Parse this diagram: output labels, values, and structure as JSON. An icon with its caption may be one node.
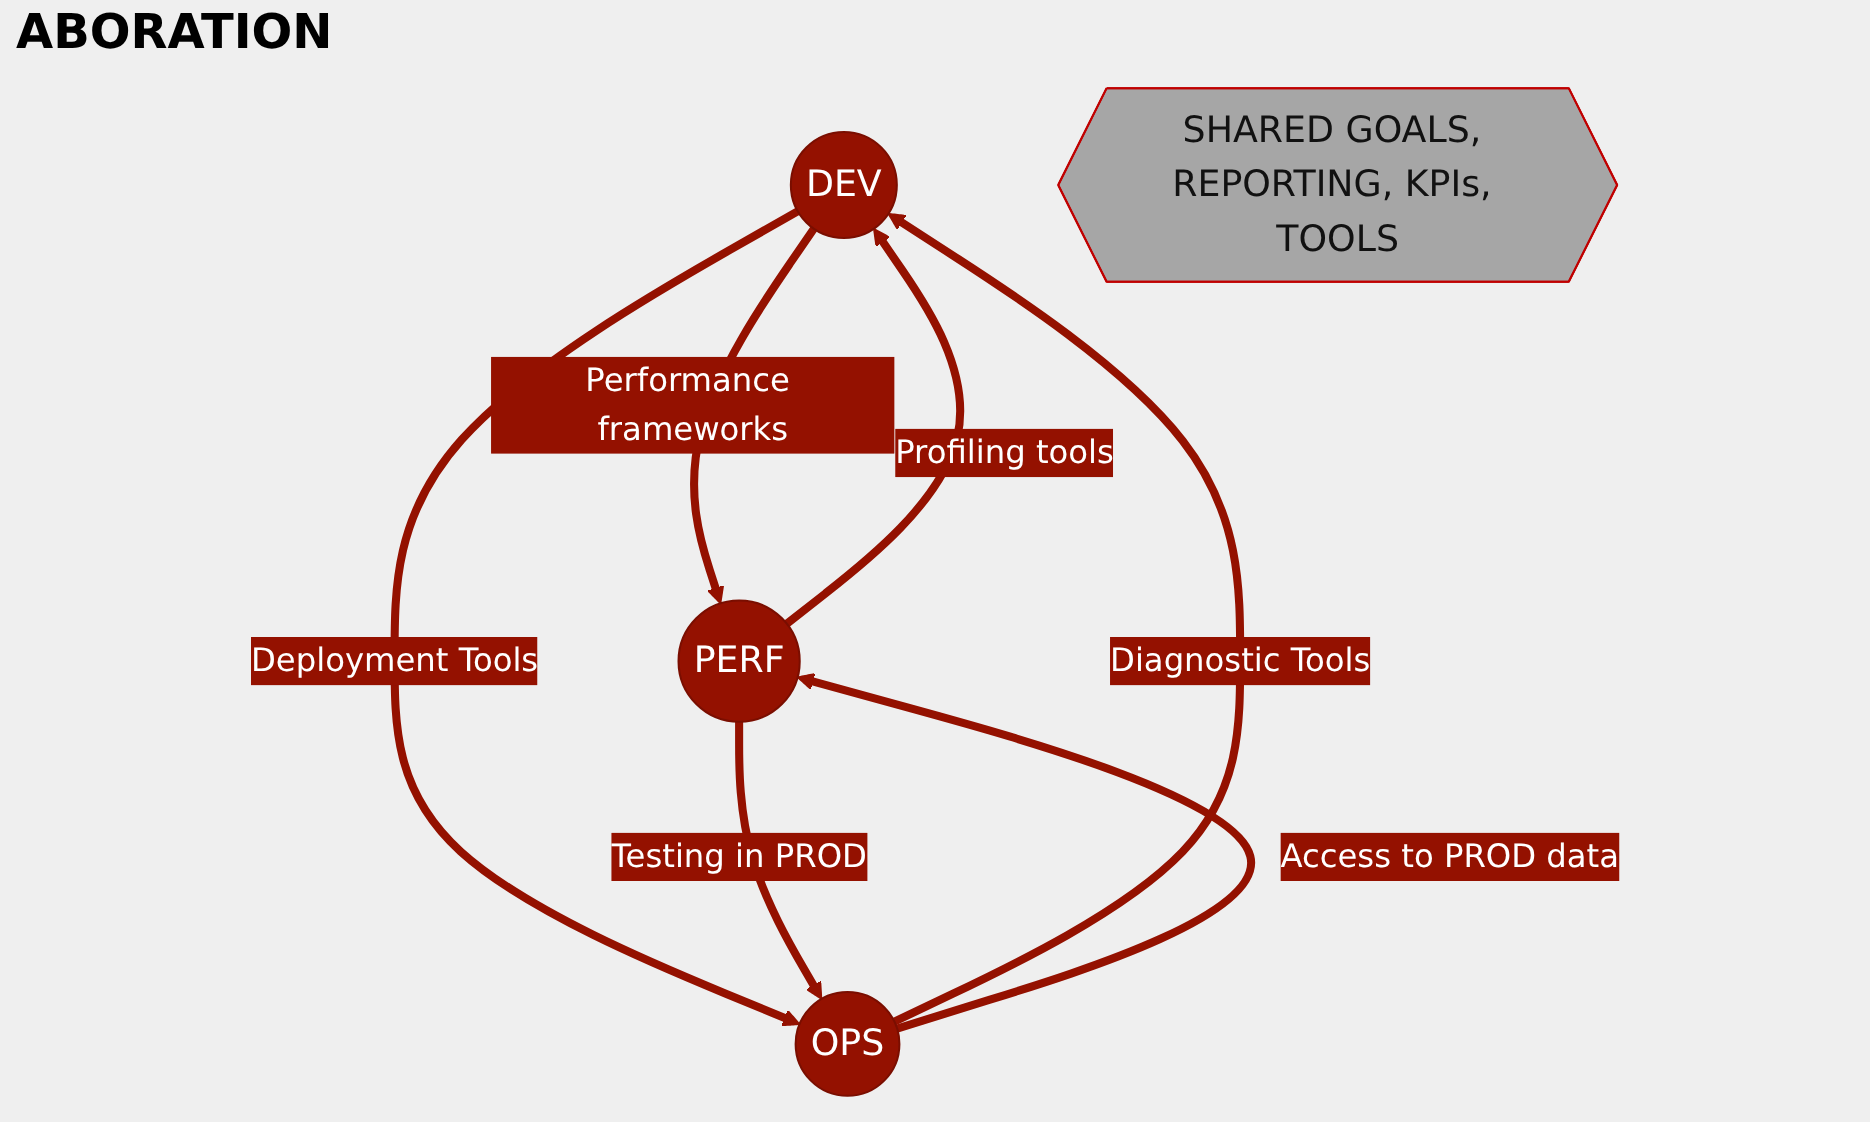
{
  "diagram": {
    "title": "ABORATION",
    "nodes": [
      {
        "text": [
          "DEV"
        ]
      },
      {
        "text": [
          "PERF"
        ]
      },
      {
        "text": [
          "OPS"
        ]
      },
      {
        "text": [
          "SHARED GOALS, REPORTING, KPIs, TOOLS"
        ]
      }
    ],
    "edges": [
      {
        "from": 0,
        "to": 1,
        "arrow": "to",
        "label": "Performance frameworks"
      },
      {
        "from": 1,
        "to": 0,
        "arrow": "to",
        "label": "Profiling tools"
      },
      {
        "from": 0,
        "to": 2,
        "arrow": "to",
        "label": "Deployment Tools"
      },
      {
        "from": 2,
        "to": 0,
        "arrow": "to",
        "label": "Diagnostic Tools"
      },
      {
        "from": 2,
        "to": 1,
        "arrow": "to",
        "label": "Access to PROD data"
      },
      {
        "from": 1,
        "to": 2,
        "arrow": "to",
        "label": "Testing in PROD"
      }
    ]
  }
}
